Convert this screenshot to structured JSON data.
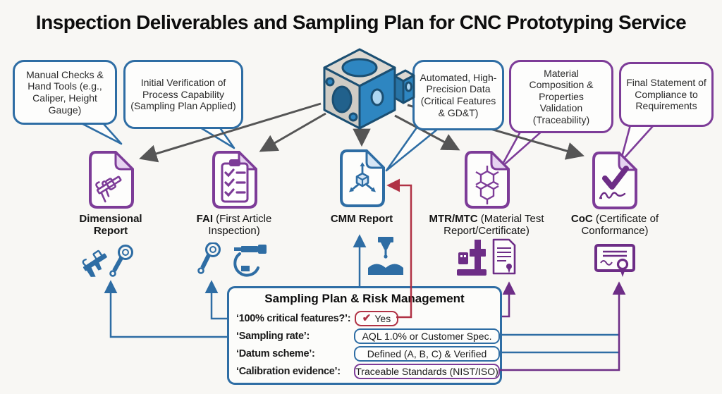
{
  "title": "Inspection Deliverables and Sampling Plan for CNC Prototyping Service",
  "bubbles": [
    {
      "text": "Manual Checks & Hand Tools (e.g., Caliper, Height Gauge)",
      "color": "#2e6da4"
    },
    {
      "text": "Initial Verification of Process Capability (Sampling Plan Applied)",
      "color": "#2e6da4"
    },
    {
      "text": "Automated, High-Precision Data (Critical Features & GD&T)",
      "color": "#2e6da4"
    },
    {
      "text": "Material Composition & Properties Validation (Traceability)",
      "color": "#7d3c98"
    },
    {
      "text": "Final Statement of Compliance to Requirements",
      "color": "#7d3c98"
    }
  ],
  "deliverables": [
    {
      "abbr": "Dimensional Report",
      "rest": "",
      "icon": "caliper-document-icon",
      "color": "#7d3c98"
    },
    {
      "abbr": "FAI",
      "rest": " (First Article Inspection)",
      "icon": "checklist-document-icon",
      "color": "#7d3c98"
    },
    {
      "abbr": "CMM Report",
      "rest": "",
      "icon": "cmm-axes-document-icon",
      "color": "#2e6da4"
    },
    {
      "abbr": "MTR/MTC",
      "rest": " (Material Test Report/Certificate)",
      "icon": "molecule-document-icon",
      "color": "#7d3c98"
    },
    {
      "abbr": "CoC",
      "rest": " (Certificate of Conformance)",
      "icon": "signature-check-document-icon",
      "color": "#7d3c98"
    }
  ],
  "sampling_panel": {
    "title": "Sampling Plan & Risk Management",
    "rows": [
      {
        "label": "‘100% critical features?’:",
        "value": "Yes",
        "checked": true
      },
      {
        "label": "‘Sampling rate’:",
        "value": "AQL 1.0% or Customer Spec."
      },
      {
        "label": "‘Datum scheme’:",
        "value": "Defined (A, B, C) & Verified"
      },
      {
        "label": "‘Calibration evidence’:",
        "value": "Traceable Standards (NIST/ISO)"
      }
    ]
  },
  "icons": {
    "check": "✔"
  },
  "colors": {
    "blue": "#2e6da4",
    "purple": "#7d3c98",
    "red": "#b03245",
    "gray": "#555555",
    "background": "#f8f7f4"
  }
}
